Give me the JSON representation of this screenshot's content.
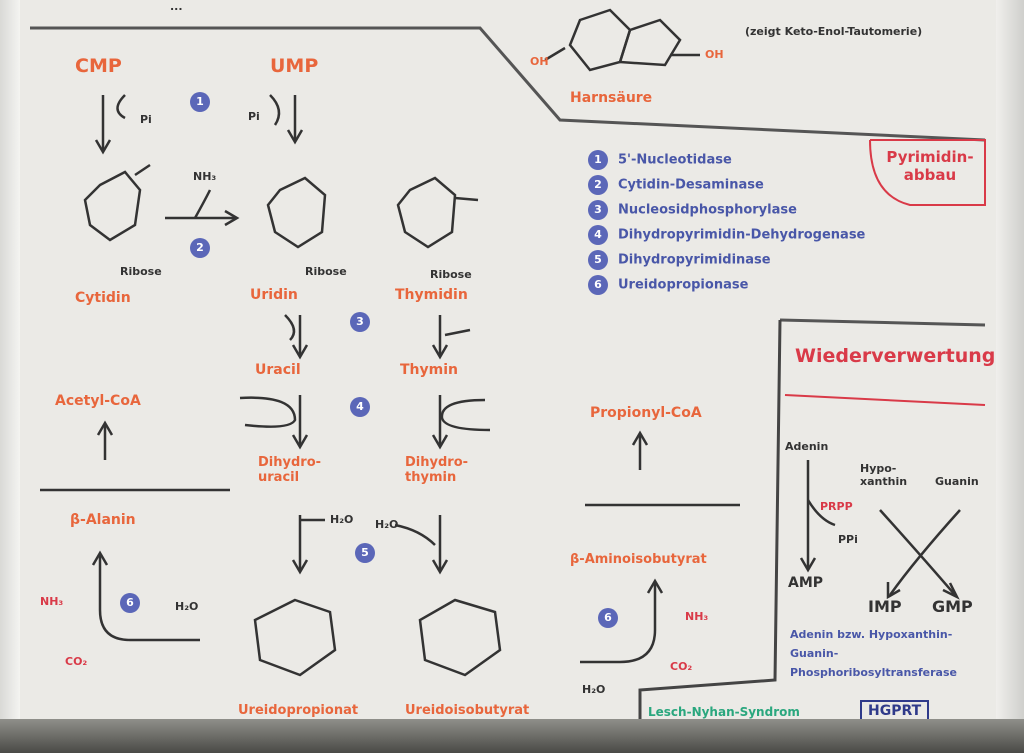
{
  "board": {
    "top_text": "...",
    "harnsaeure": {
      "title": "Harnsäure",
      "note": "(zeigt Keto-Enol-Tautomerie)",
      "substituent": "OH"
    },
    "left": {
      "cmp": "CMP",
      "ump": "UMP",
      "cytidin": "Cytidin",
      "uridin": "Uridin",
      "thymidin": "Thymidin",
      "uracil": "Uracil",
      "thymin": "Thymin",
      "dihydrouracil": "Dihydro-uracil",
      "dihydrothymin": "Dihydro-thymin",
      "ureidopropionat": "Ureidopropionat",
      "ureidoisobutyrat": "Ureidoisobutyrat",
      "acetyl_coa": "Acetyl-CoA",
      "beta_alanin": "β-Alanin",
      "propionyl_coa": "Propionyl-CoA",
      "aminoisobutyrat": "β-Aminoisobutyrat",
      "h2o": "H₂O",
      "nh3": "NH₃",
      "co2": "CO₂",
      "ribose": "Ribose",
      "pi": "Pi"
    },
    "enzyme_numbers": [
      "1",
      "2",
      "3",
      "4",
      "5",
      "6"
    ],
    "legend": [
      {
        "num": "1",
        "text": "5'-Nucleotidase"
      },
      {
        "num": "2",
        "text": "Cytidin-Desaminase"
      },
      {
        "num": "3",
        "text": "Nucleosidphosphorylase"
      },
      {
        "num": "4",
        "text": "Dihydropyrimidin-Dehydrogenase"
      },
      {
        "num": "5",
        "text": "Dihydropyrimidinase"
      },
      {
        "num": "6",
        "text": "Ureidopropionase"
      }
    ],
    "pyrimidin_abbau": "Pyrimidin-abbau",
    "wiederverwertung": "Wiederverwertung",
    "salvage": {
      "adenin": "Adenin",
      "hypoxanthin": "Hypo-xanthin",
      "guanin": "Guanin",
      "prpp": "PRPP",
      "ppi": "PPi",
      "amp": "AMP",
      "imp": "IMP",
      "gmp": "GMP",
      "enzyme_text": "Adenin bzw. Hypoxanthin-Guanin-Phosphoribosyltransferase",
      "lesch_nyhan": "Lesch-Nyhan-Syndrom",
      "hgprt": "HGPRT"
    }
  },
  "colors": {
    "board": "#ebeae6",
    "ink_dark": "#333333",
    "ink_orange": "#e8663c",
    "ink_blue": "#4957a8",
    "ink_red": "#d93a48",
    "ink_green": "#2aa77e"
  }
}
